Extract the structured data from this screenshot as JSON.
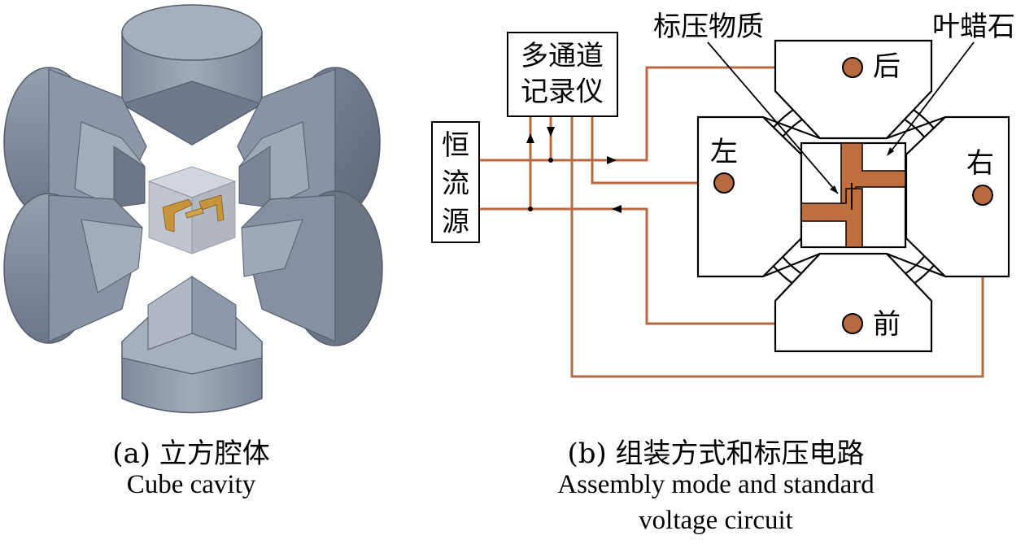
{
  "panel_a": {
    "caption_zh": "(a) 立方腔体",
    "caption_en": "Cube cavity"
  },
  "panel_b": {
    "caption_zh": "(b) 组装方式和标压电路",
    "caption_en_line1": "Assembly mode and standard",
    "caption_en_line2": "voltage circuit",
    "recorder": {
      "line1": "多通道",
      "line2": "记录仪"
    },
    "current_source": {
      "line1": "恒",
      "line2": "流",
      "line3": "源"
    },
    "label_calibrant": "标压物质",
    "label_pyrophyllite": "叶蜡石",
    "anvil_back": "后",
    "anvil_left": "左",
    "anvil_right": "右",
    "anvil_front": "前"
  },
  "colors": {
    "wire": "#b7693f",
    "electrode": "#c0703f",
    "anvil_face": "#8d98aa",
    "anvil_dark": "#6b7586",
    "anvil_light": "#aab3c1",
    "outline": "#000000"
  }
}
